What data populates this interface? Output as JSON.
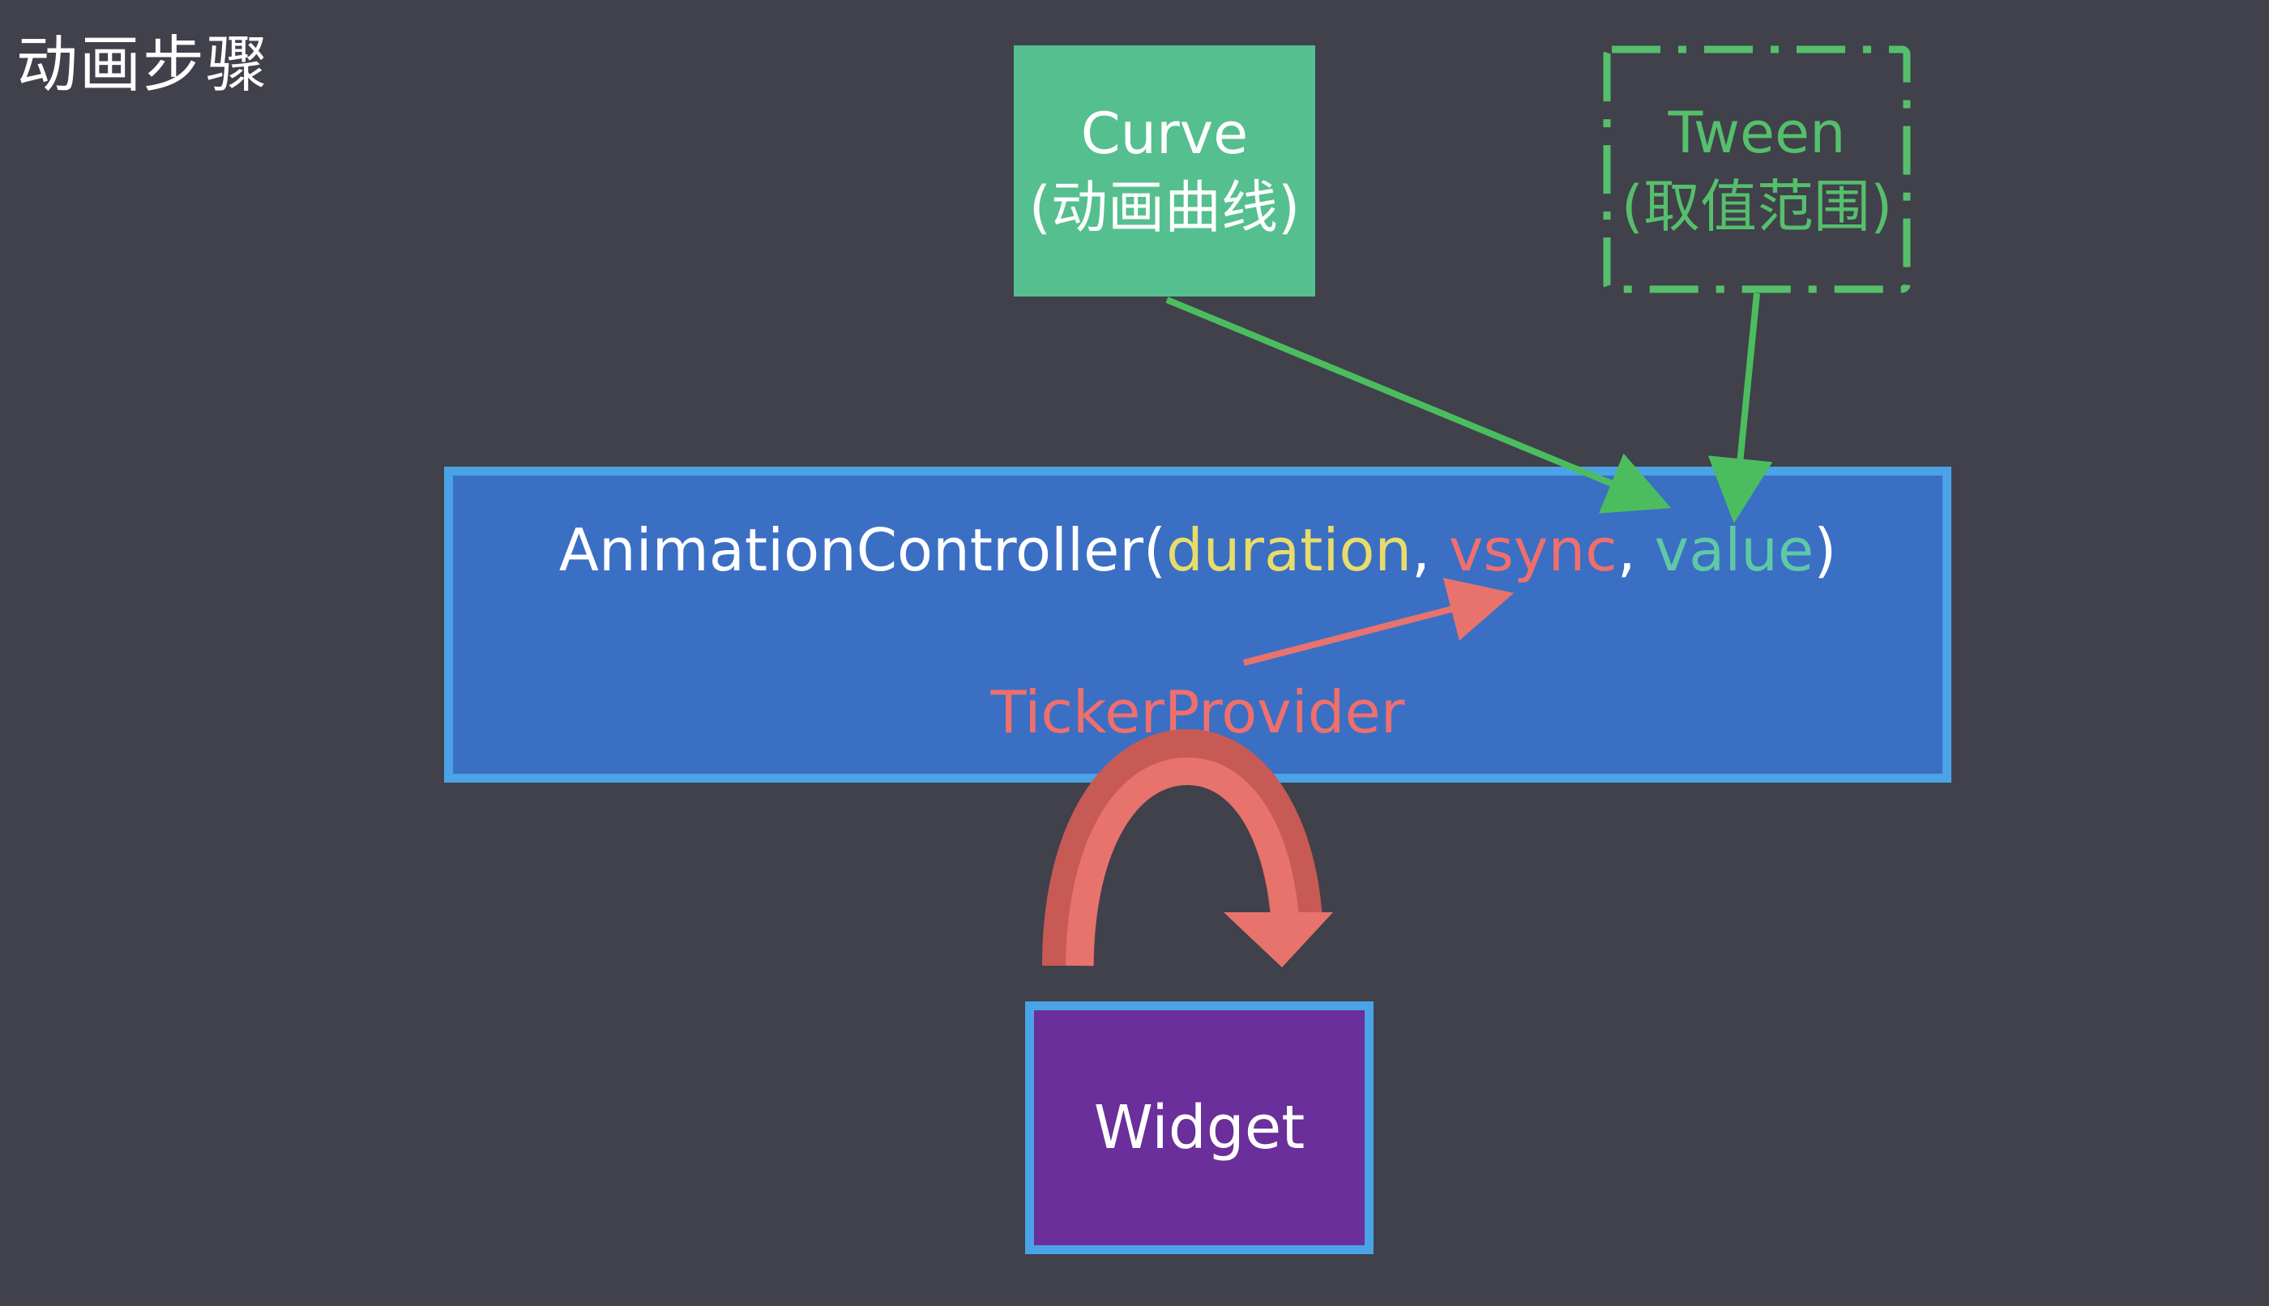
{
  "page": {
    "title": "动画步骤"
  },
  "curve": {
    "label": "Curve",
    "sublabel": "(动画曲线)"
  },
  "tween": {
    "label": "Tween",
    "sublabel": "(取值范围)"
  },
  "controller": {
    "name": "AnimationController(",
    "param_duration": "duration",
    "sep1": ", ",
    "param_vsync": "vsync",
    "sep2": ", ",
    "param_value": "value",
    "close": ")",
    "ticker": "TickerProvider"
  },
  "widget": {
    "label": "Widget"
  },
  "colors": {
    "background": "#40414a",
    "curve_fill": "#55bf8f",
    "tween_green": "#55bf6c",
    "controller_fill": "#3a6fc4",
    "controller_border": "#4aa3e6",
    "widget_fill": "#6a2f9a",
    "duration_yellow": "#e8dc6a",
    "vsync_red": "#ef6f6c",
    "value_teal": "#5fc8a6",
    "arrow_green": "#4cbd5f",
    "arrow_red": "#e8736d"
  }
}
